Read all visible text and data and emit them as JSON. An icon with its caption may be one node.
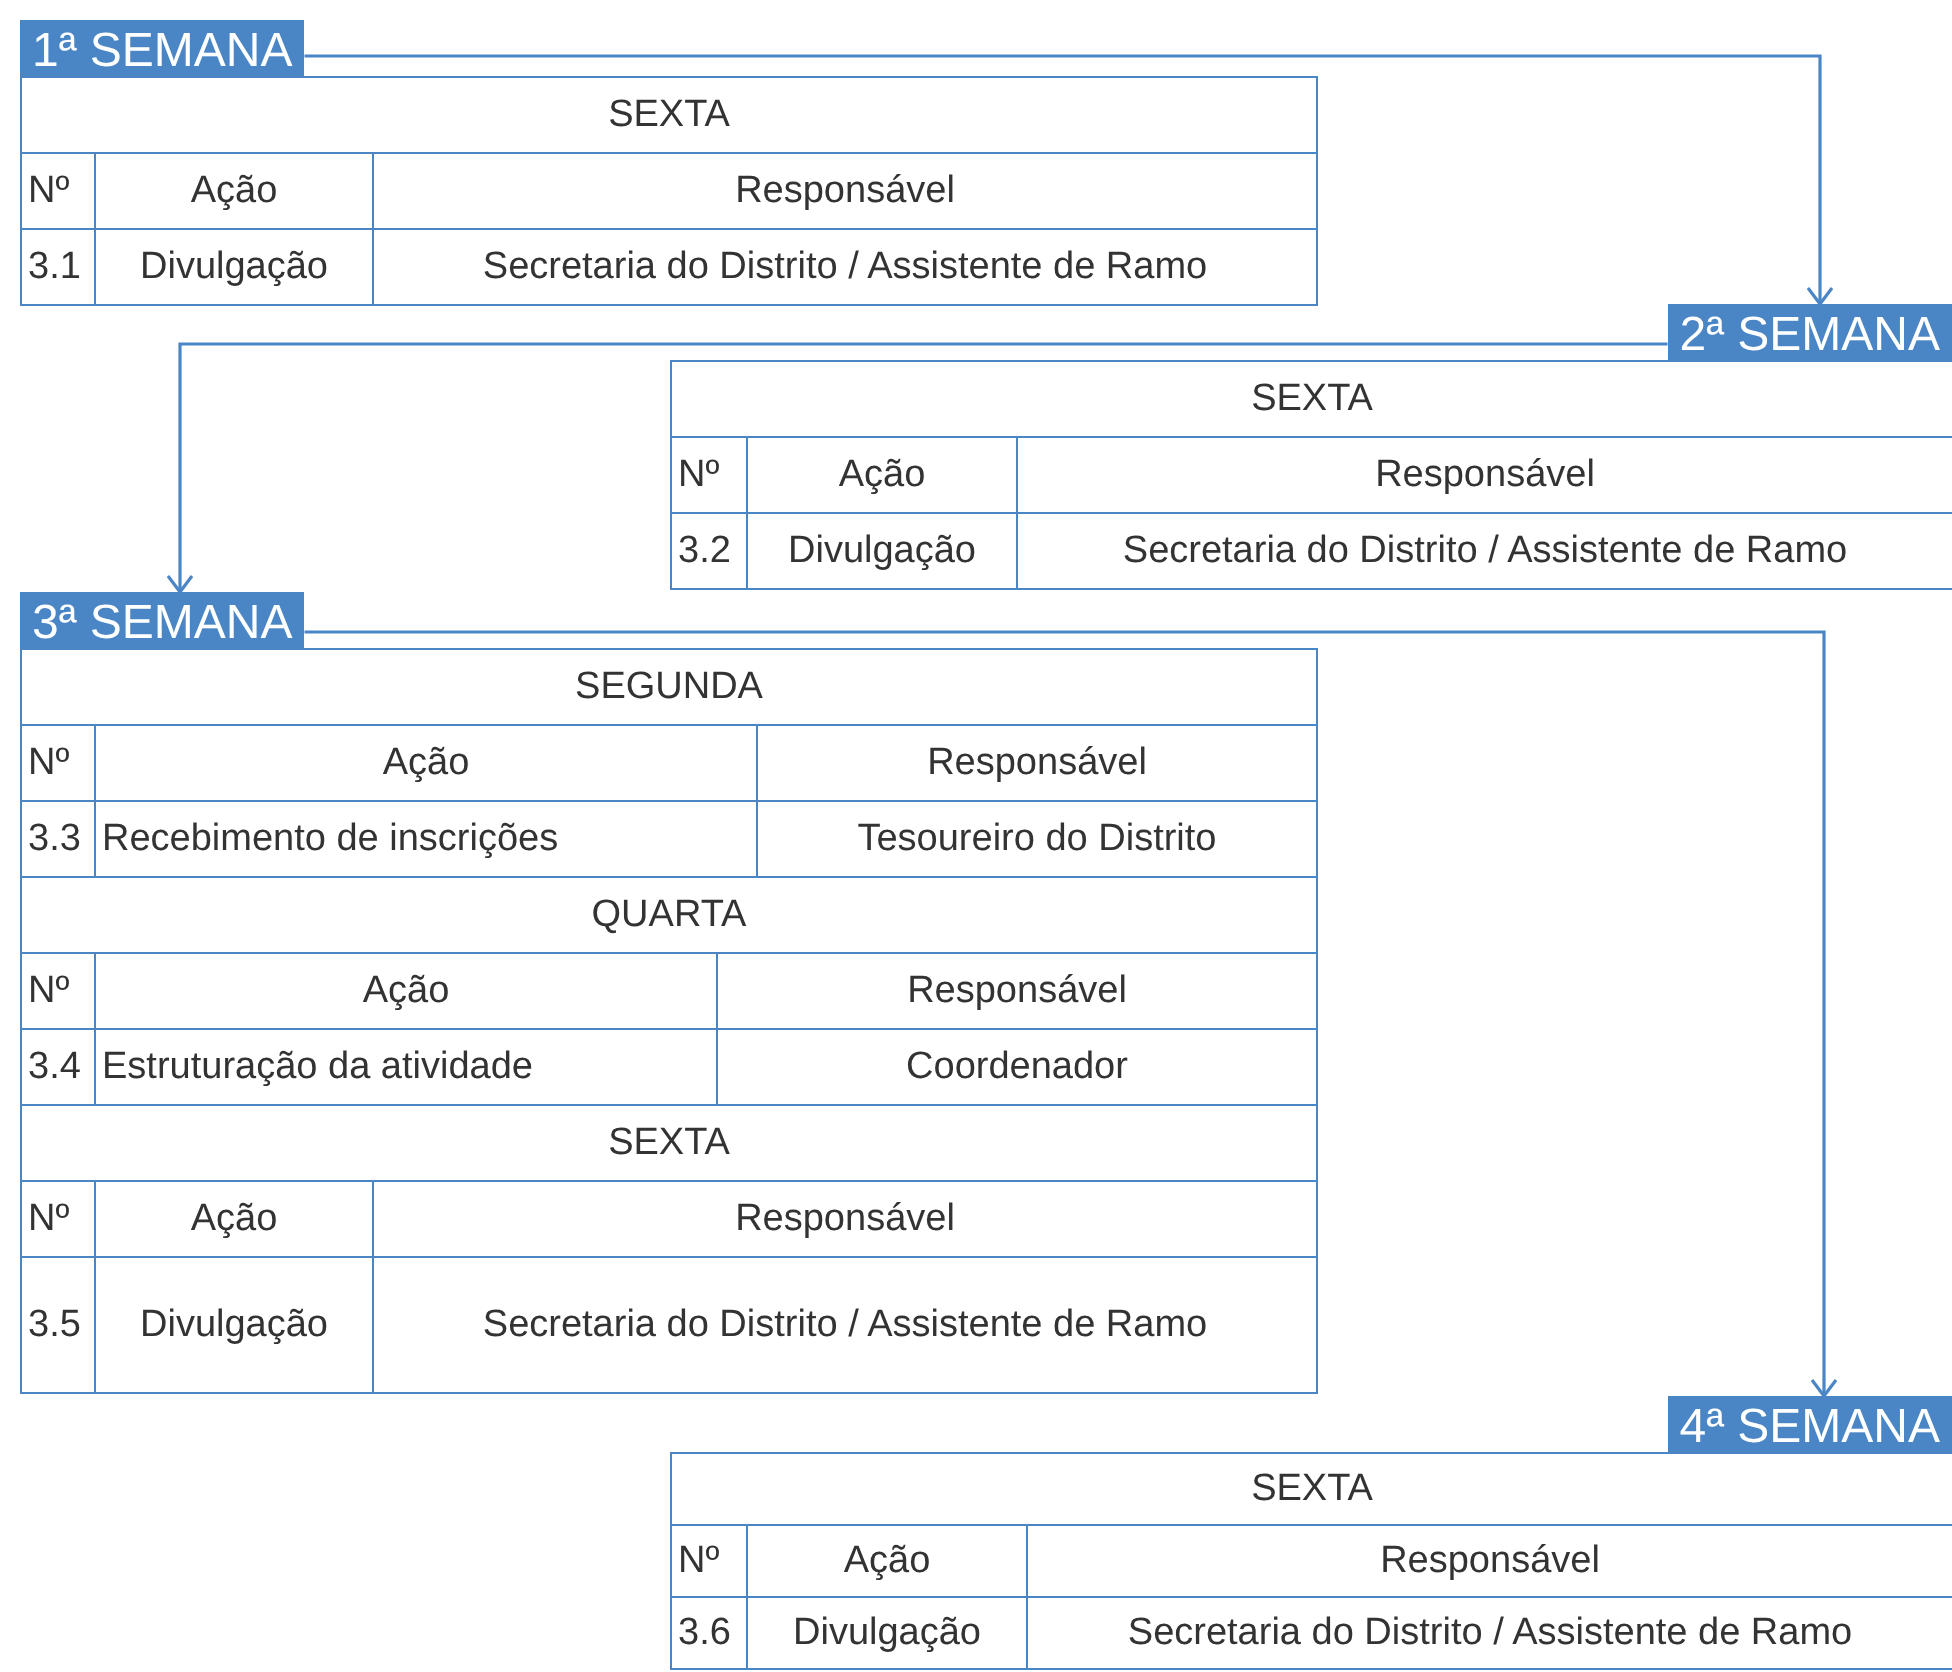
{
  "diagram": {
    "nodes": [
      {
        "text": [
          "1ª SEMANA",
          "SEXTA",
          "Nº",
          "Ação",
          "Responsável",
          "3.1",
          "Divulgação",
          "Secretaria do Distrito / Assistente de Ramo"
        ]
      },
      {
        "text": [
          "2ª SEMANA",
          "SEXTA",
          "Nº",
          "Ação",
          "Responsável",
          "3.2",
          "Divulgação",
          "Secretaria do Distrito / Assistente de Ramo"
        ]
      },
      {
        "text": [
          "3ª SEMANA",
          "SEGUNDA",
          "Nº",
          "Ação",
          "Responsável",
          "3.3",
          "Recebimento de inscrições",
          "Tesoureiro do Distrito",
          "QUARTA",
          "Nº",
          "Ação",
          "Responsável",
          "3.4",
          "Estruturação da atividade",
          "Coordenador",
          "SEXTA",
          "Nº",
          "Ação",
          "Responsável",
          "3.5",
          "Divulgação",
          "Secretaria do Distrito / Assistente de Ramo"
        ]
      },
      {
        "text": [
          "4ª SEMANA",
          "SEXTA",
          "Nº",
          "Ação",
          "Responsável",
          "3.6",
          "Divulgação",
          "Secretaria do Distrito / Assistente de Ramo"
        ]
      }
    ],
    "edges": [
      {
        "from": 0,
        "to": 1,
        "arrow": "to"
      },
      {
        "from": 1,
        "to": 2,
        "arrow": "to"
      },
      {
        "from": 2,
        "to": 3,
        "arrow": "to"
      }
    ]
  }
}
